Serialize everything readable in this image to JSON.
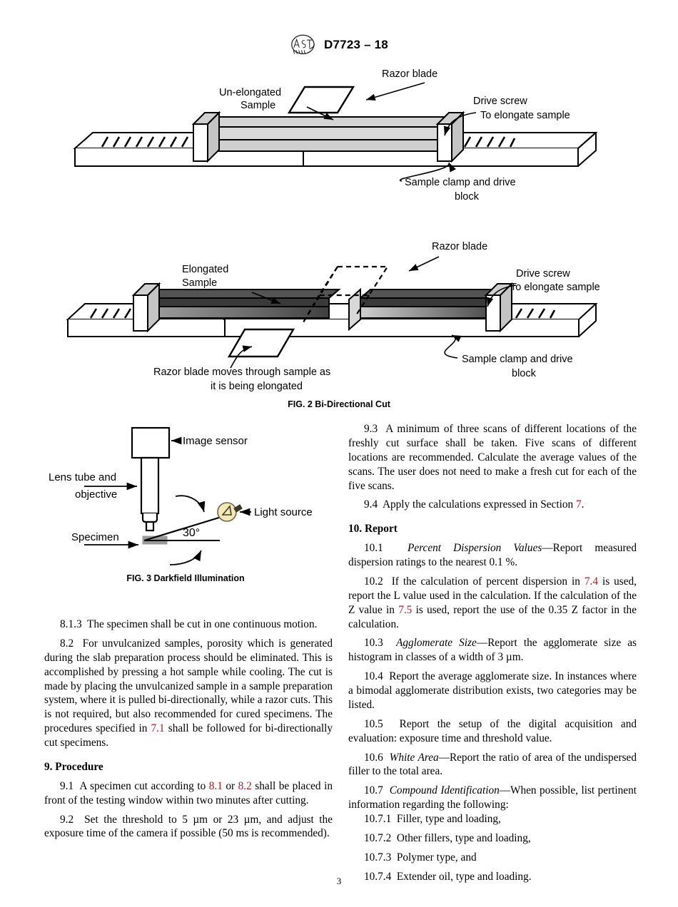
{
  "header": {
    "logo_icon": "astm-logo-icon",
    "designation": "D7723 – 18"
  },
  "figure1": {
    "labels": {
      "sample": "Un-elongated\nSample",
      "sample_line1": "Un-elongated",
      "sample_line2": "Sample",
      "razor_blade": "Razor blade",
      "drive_screw": "Drive screw",
      "to_elongate": "To elongate sample",
      "clamp_line1": "Sample clamp and drive",
      "clamp_line2": "block"
    }
  },
  "figure2": {
    "caption": "FIG. 2 Bi-Directional Cut",
    "labels": {
      "sample_line1": "Elongated",
      "sample_line2": "Sample",
      "razor_blade": "Razor blade",
      "drive_screw": "Drive screw",
      "to_elongate": "To elongate sample",
      "clamp_line1": "Sample clamp and drive",
      "clamp_line2": "block",
      "blade_moves_line1": "Razor blade moves through sample as",
      "blade_moves_line2": "it is being elongated"
    }
  },
  "figure3": {
    "caption": "FIG. 3 Darkfield Illumination",
    "labels": {
      "image_sensor": "Image sensor",
      "lens_line1": "Lens tube and",
      "lens_line2": "objective",
      "light_source": "Light source",
      "specimen": "Specimen",
      "angle": "30°"
    }
  },
  "left_column": {
    "p_8_1_3": {
      "num": "8.1.3",
      "text": "The specimen shall be cut in one continuous motion."
    },
    "p_8_2": {
      "num": "8.2",
      "text_a": "For unvulcanized samples, porosity which is generated during the slab preparation process should be eliminated. This is accomplished by pressing a hot sample while cooling. The cut is made by placing the unvulcanized sample in a sample preparation system, where it is pulled bi-directionally, while a razor cuts. This is not required, but also recommended for cured specimens. The procedures specified in",
      "ref": "7.1",
      "text_b": "shall be followed for bi-directionally cut specimens."
    },
    "section_9_head": "9.  Procedure",
    "p_9_1": {
      "num": "9.1",
      "text_a": "A specimen cut according to",
      "ref1": "8.1",
      "text_b": "or",
      "ref2": "8.2",
      "text_c": "shall be placed in front of the testing window within two minutes after cutting."
    },
    "p_9_2": {
      "num": "9.2",
      "text": "Set the threshold to 5 µm or 23 µm, and adjust the exposure time of the camera if possible (50 ms is recommended)."
    }
  },
  "right_column": {
    "p_9_3": {
      "num": "9.3",
      "text": "A minimum of three scans of different locations of the freshly cut surface shall be taken. Five scans of different locations are recommended. Calculate the average values of the scans. The user does not need to make a fresh cut for each of the five scans."
    },
    "p_9_4": {
      "num": "9.4",
      "text_a": "Apply the calculations expressed in Section",
      "ref": "7",
      "text_b": "."
    },
    "section_10_head": "10.  Report",
    "p_10_1": {
      "num": "10.1",
      "term": "Percent Dispersion Values",
      "text": "—Report measured dispersion ratings to the nearest 0.1 %."
    },
    "p_10_2": {
      "num": "10.2",
      "text_a": "If the calculation of percent dispersion in",
      "ref1": "7.4",
      "text_b": "is used, report the L value used in the calculation. If the calculation of the Z value in",
      "ref2": "7.5",
      "text_c": "is used, report the use of the 0.35 Z factor in the calculation."
    },
    "p_10_3": {
      "num": "10.3",
      "term": "Agglomerate Size",
      "text": "—Report the agglomerate size as histogram in classes of a width of 3 µm."
    },
    "p_10_4": {
      "num": "10.4",
      "text": "Report the average agglomerate size. In instances where a bimodal agglomerate distribution exists, two categories may be listed."
    },
    "p_10_5": {
      "num": "10.5",
      "text": "Report the setup of the digital acquisition and evaluation: exposure time and threshold value."
    },
    "p_10_6": {
      "num": "10.6",
      "term": "White Area",
      "text": "—Report the ratio of area of the undispersed filler to the total area."
    },
    "p_10_7": {
      "num": "10.7",
      "term": "Compound Identification",
      "text": "—When possible, list pertinent information regarding the following:"
    },
    "p_10_7_1": {
      "num": "10.7.1",
      "text": "Filler, type and loading,"
    },
    "p_10_7_2": {
      "num": "10.7.2",
      "text": "Other fillers, type and loading,"
    },
    "p_10_7_3": {
      "num": "10.7.3",
      "text": "Polymer type, and"
    },
    "p_10_7_4": {
      "num": "10.7.4",
      "text": "Extender oil, type and loading."
    }
  },
  "footer": {
    "page_number": "3"
  },
  "colors": {
    "reference_link": "#b01c25",
    "sample_light": "#d4d4d4",
    "sample_dark": "#3a3a3a",
    "specimen_gray": "#9a9a9a",
    "bulb_yellow": "#f2eab4"
  }
}
